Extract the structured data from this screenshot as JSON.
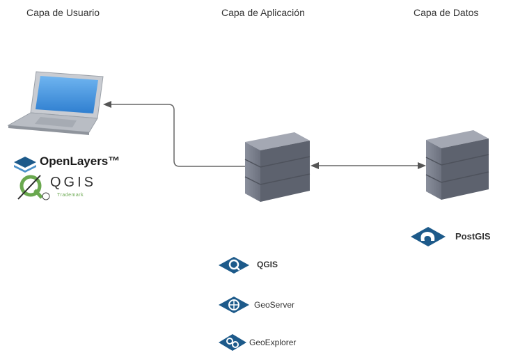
{
  "layers": {
    "user": "Capa de Usuario",
    "application": "Capa de Aplicación",
    "data": "Capa de Datos"
  },
  "user_layer": {
    "openlayers": "OpenLayers™",
    "qgis": "QGIS",
    "qgis_trademark": "Trademark"
  },
  "application_layer": {
    "items": [
      "QGIS",
      "GeoServer",
      "GeoExplorer"
    ]
  },
  "data_layer": {
    "postgis": "PostGIS"
  },
  "colors": {
    "server": "#7a7f8c",
    "arrow": "#555555",
    "logo_blue": "#1d5a8a",
    "laptop_screen": "#3f8fdc",
    "qgis_green": "#6aa84f"
  }
}
